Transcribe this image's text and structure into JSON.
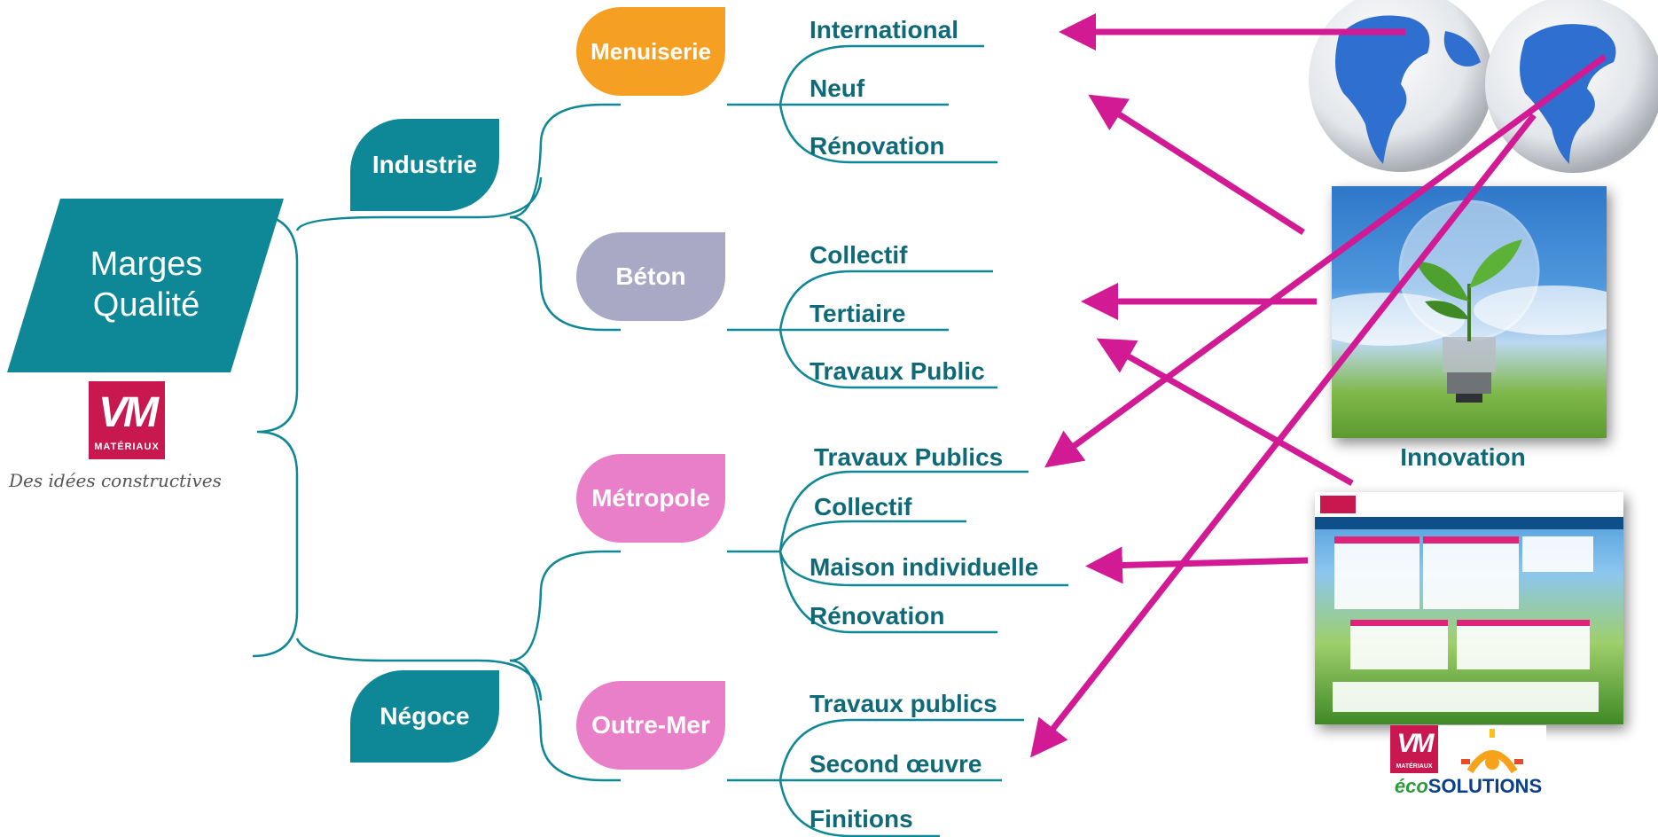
{
  "root": {
    "label_line1": "Marges",
    "label_line2": "Qualité"
  },
  "logo": {
    "mark": "VM",
    "subtitle": "MATÉRIAUX",
    "tagline": "Des idées constructives"
  },
  "branches": [
    {
      "label": "Industrie",
      "children": [
        {
          "label": "Menuiserie",
          "leaves": [
            "International",
            "Neuf",
            "Rénovation"
          ]
        },
        {
          "label": "Béton",
          "leaves": [
            "Collectif",
            "Tertiaire",
            "Travaux Public"
          ]
        }
      ]
    },
    {
      "label": "Négoce",
      "children": [
        {
          "label": "Métropole",
          "leaves": [
            "Travaux Publics",
            "Collectif",
            "Maison individuelle",
            "Rénovation"
          ]
        },
        {
          "label": "Outre-Mer",
          "leaves": [
            "Travaux publics",
            "Second œuvre",
            "Finitions"
          ]
        }
      ]
    }
  ],
  "images": {
    "innovation_label": "Innovation",
    "eco_logo": {
      "mark": "VM",
      "subtitle": "MATÉRIAUX",
      "brand_prefix": "éco",
      "brand_word": "SOLUTIONS"
    }
  },
  "colors": {
    "teal": "#0e8796",
    "leaf_text": "#0e6a78",
    "orange": "#f5a022",
    "grey": "#a9a9c6",
    "pink": "#e97fc8",
    "arrow": "#d11a94",
    "vm_red": "#c9184f"
  }
}
